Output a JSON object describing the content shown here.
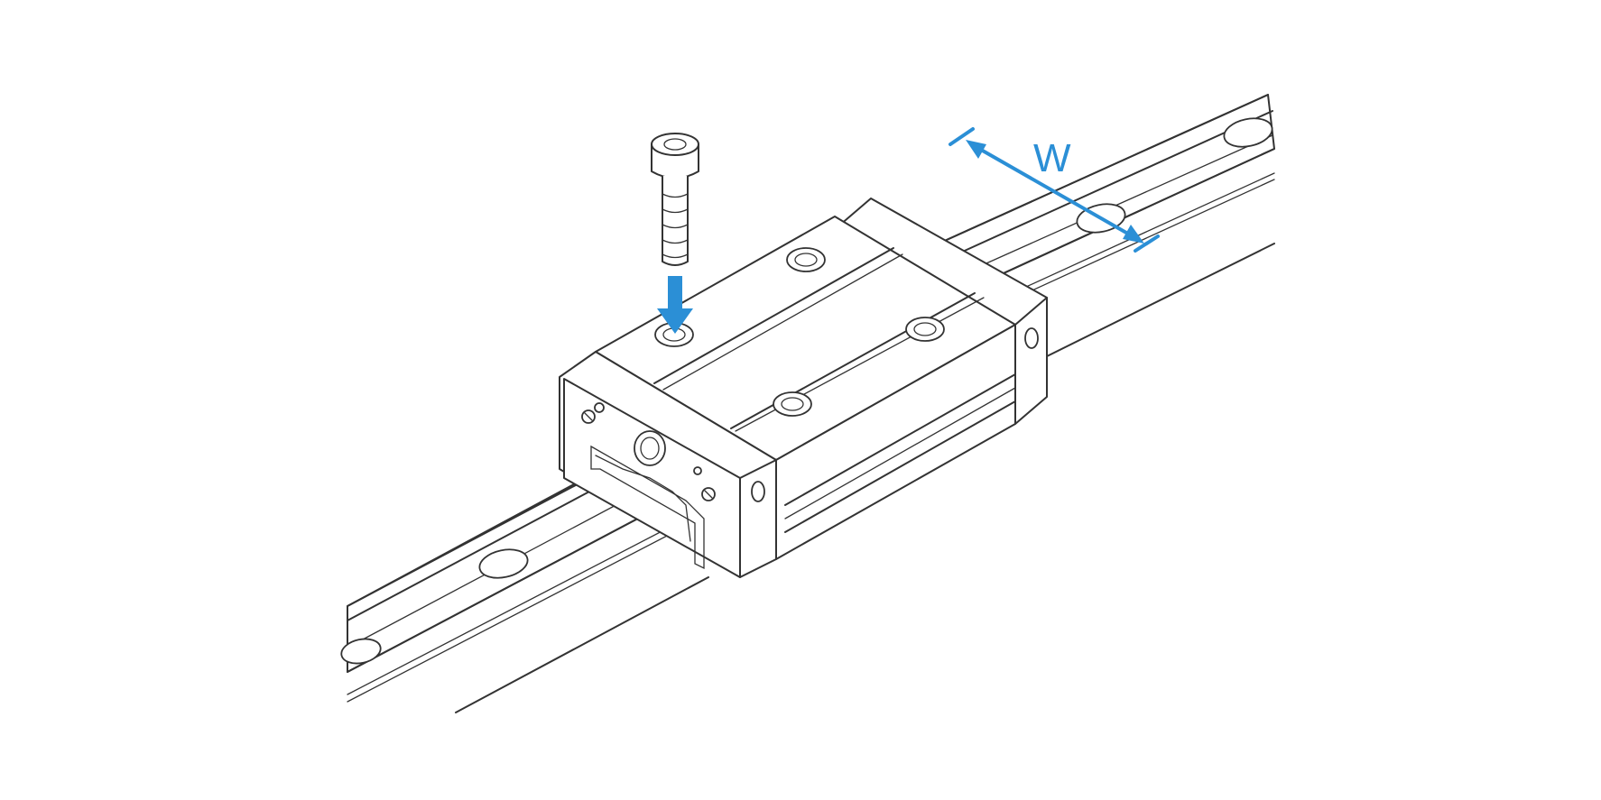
{
  "diagram": {
    "dimension_label": "W",
    "accent_color": "#2b8fd6",
    "line_color": "#333333",
    "components": [
      "linear-guide-rail",
      "carriage-block",
      "cap-screw",
      "insert-arrow",
      "width-dimension"
    ]
  }
}
